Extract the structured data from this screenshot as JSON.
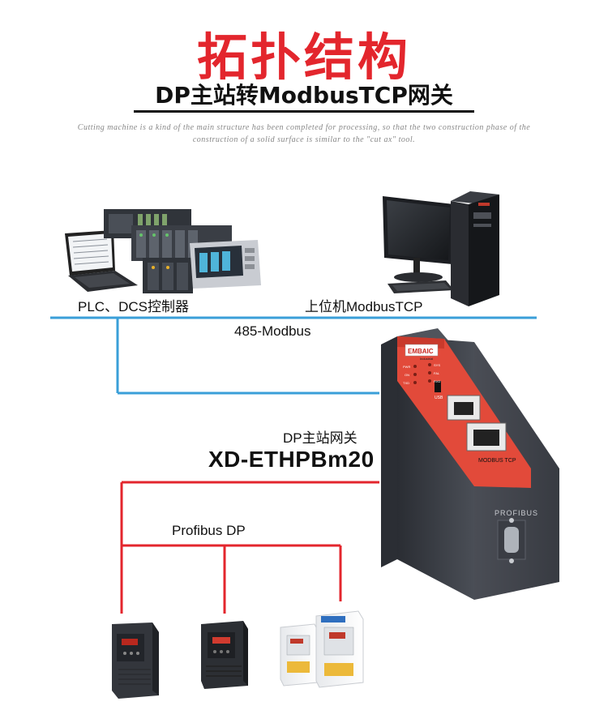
{
  "title": "拓扑结构",
  "subtitle": "DP主站转ModbusTCP网关",
  "description": "Cutting machine is a kind of the main structure has been completed for processing, so that the two construction phase of the construction of a solid surface is similar to the \"cut ax\" tool.",
  "labels": {
    "plc": "PLC、DCS控制器",
    "pc": "上位机ModbusTCP",
    "bus_485": "485-Modbus",
    "gateway_type": "DP主站网关",
    "gateway_model": "XD-ETHPBm20",
    "profibus": "Profibus DP"
  },
  "gateway_panel": {
    "brand": "EMBAIC",
    "brand_sub": "Industrial",
    "leds": [
      "PWR",
      "SYS",
      "ON",
      "FAL",
      "TXD",
      "RXD"
    ],
    "usb": "USB",
    "port_label": "MODBUS TCP",
    "side_label": "PROFIBUS"
  },
  "colors": {
    "title_red": "#e3262d",
    "modbus_line": "#3a9fd8",
    "profibus_line": "#e3262d",
    "device_red": "#e24a3a",
    "device_body": "#3d4048"
  }
}
